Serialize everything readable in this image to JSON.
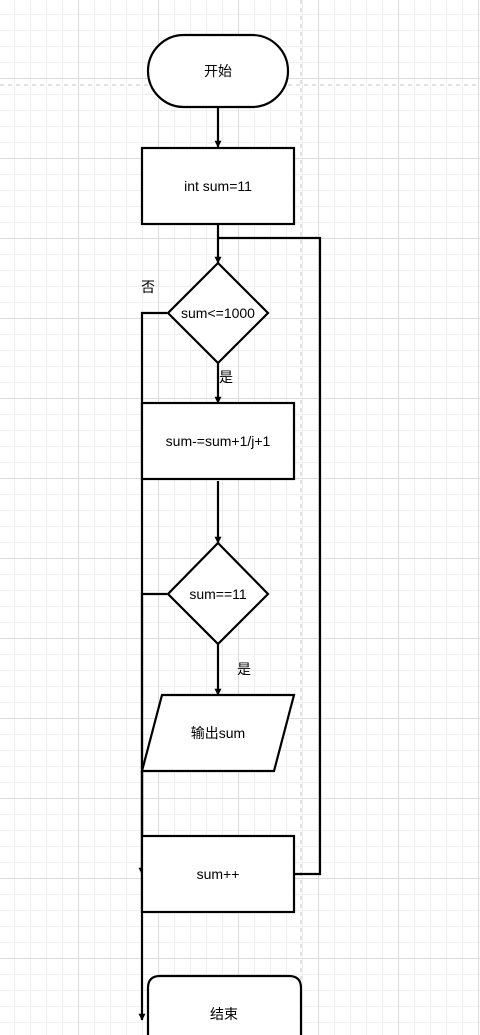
{
  "diagram": {
    "nodes": {
      "start": "开始",
      "init": "int sum=11",
      "cond1": "sum<=1000",
      "update": "sum-=sum+1/j+1",
      "cond2": "sum==11",
      "output": "输出sum",
      "increment": "sum++",
      "end": "结束"
    },
    "edge_labels": {
      "cond1_no": "否",
      "cond1_yes": "是",
      "cond2_yes": "是"
    }
  }
}
